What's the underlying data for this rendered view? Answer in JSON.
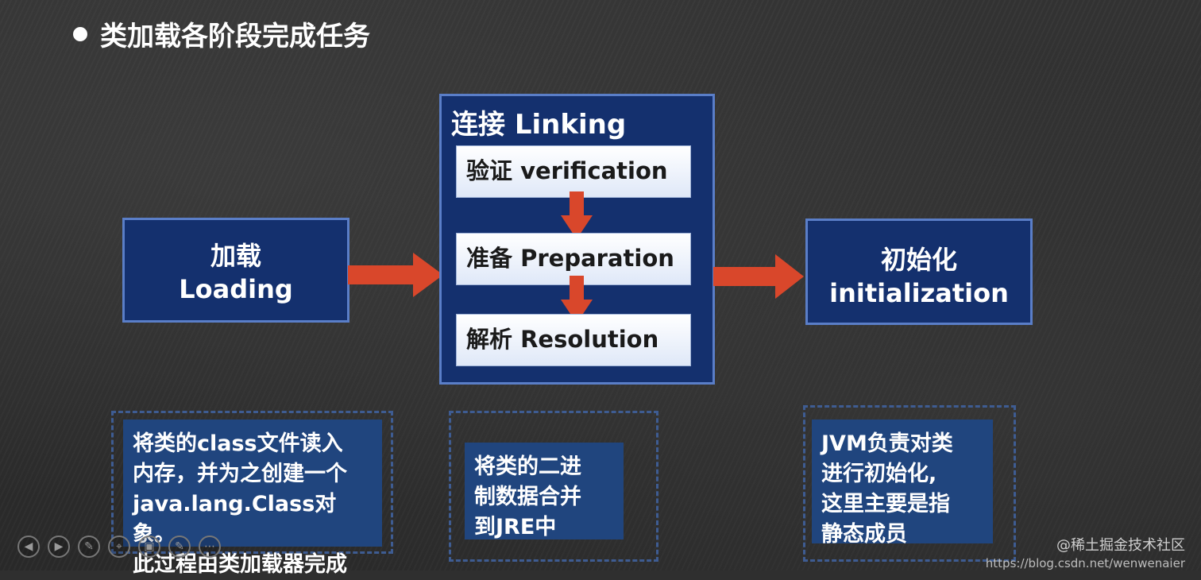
{
  "slide": {
    "title": "类加载各阶段完成任务"
  },
  "loading": {
    "line1": "加载",
    "line2": "Loading"
  },
  "linking": {
    "title": "连接 Linking",
    "steps": [
      "验证 verification",
      "准备 Preparation",
      "解析 Resolution"
    ]
  },
  "initialization": {
    "line1": "初始化",
    "line2": "initialization"
  },
  "notes": {
    "loading": [
      "将类的class文件读入",
      "内存，并为之创建一个",
      "java.lang.Class对象。",
      "此过程由类加载器完成"
    ],
    "linking": [
      "将类的二进",
      "制数据合并",
      "到JRE中"
    ],
    "init": [
      "JVM负责对类",
      "进行初始化,",
      "这里主要是指",
      "静态成员"
    ]
  },
  "colors": {
    "box_fill": "#14306e",
    "box_border": "#5a7ec8",
    "arrow": "#d9472b",
    "note_fill": "#20457e"
  },
  "toolbar_icons": [
    "prev-icon",
    "next-icon",
    "pen-icon",
    "zoom-icon",
    "camera-icon",
    "comment-icon",
    "more-icon"
  ],
  "watermark": {
    "brand": "@稀土掘金技术社区",
    "url": "https://blog.csdn.net/wenwenaier"
  }
}
